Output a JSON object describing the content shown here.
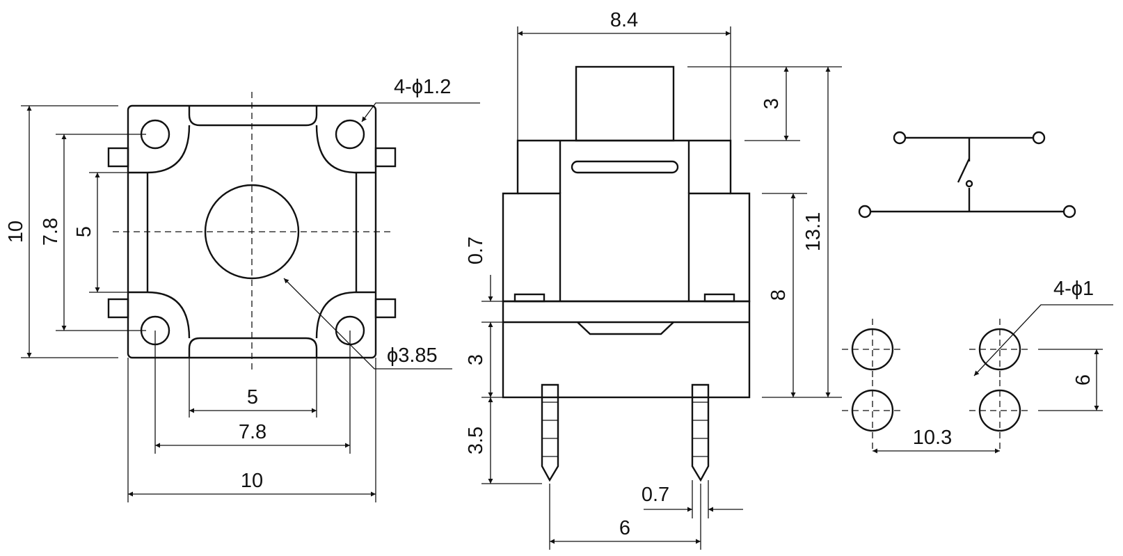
{
  "top_view": {
    "overall_width": "10",
    "overall_height": "10",
    "pin_span_width": "7.8",
    "pin_span_height": "7.8",
    "inner_width": "5",
    "inner_height": "5",
    "hole_callout": "4-ϕ1.2",
    "actuator_diameter": "ϕ3.85"
  },
  "side_view": {
    "body_width": "8.4",
    "actuator_height": "3",
    "total_height": "13.1",
    "body_height": "8",
    "step_height": "0.7",
    "base_height": "3",
    "pin_length": "3.5",
    "pin_width": "0.7",
    "pin_pitch": "6"
  },
  "footprint": {
    "hole_callout": "4-ϕ1",
    "row_pitch": "6",
    "column_pitch": "10.3"
  }
}
